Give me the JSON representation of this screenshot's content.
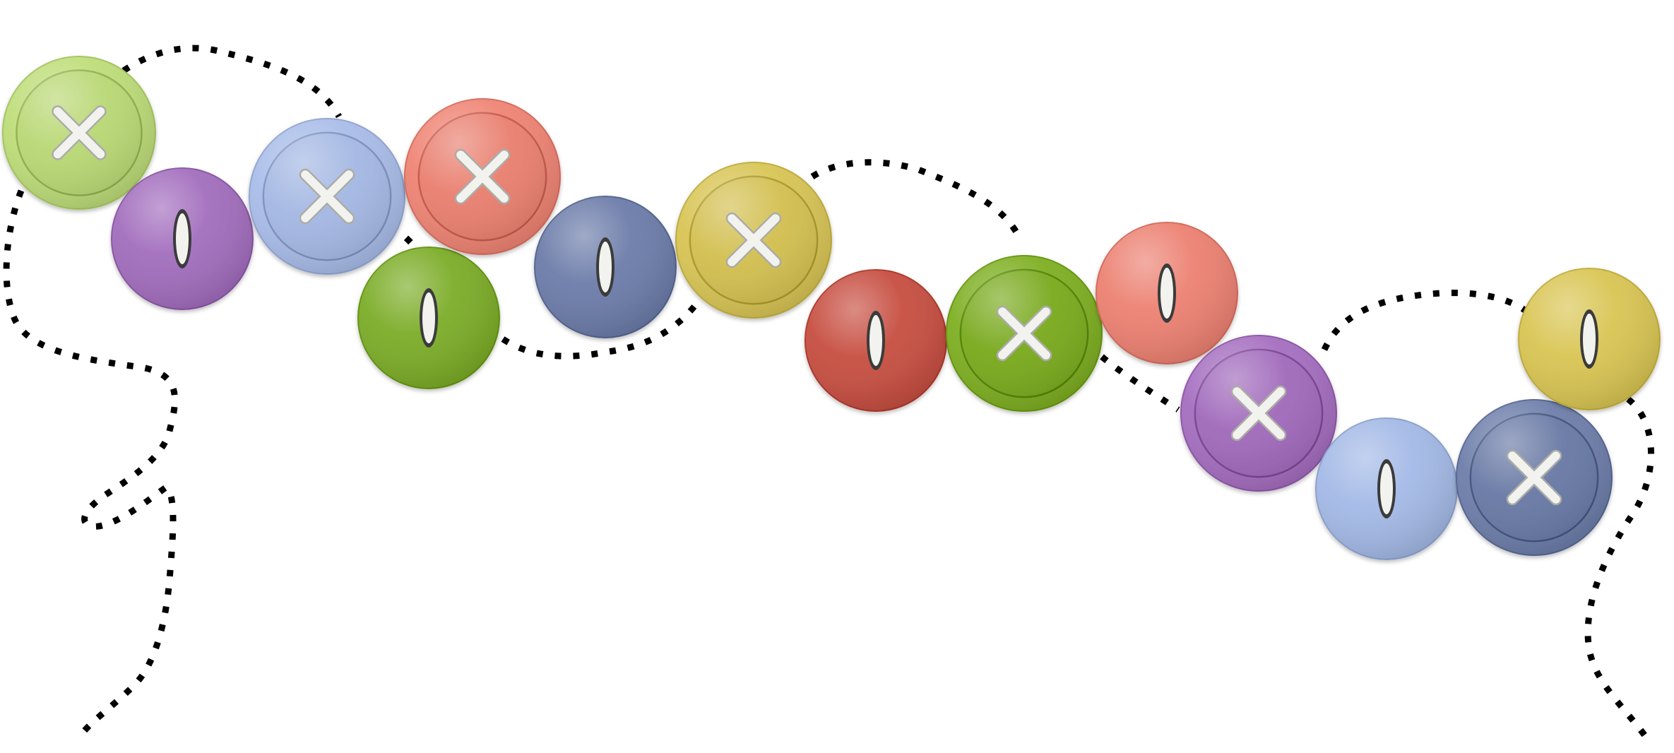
{
  "scene": {
    "background": "#ffffff",
    "thread_color": "#000000",
    "thread_style": "dotted",
    "stitch_color": "#f2f2ee"
  },
  "buttons": [
    {
      "color": "green-light",
      "fill": "#bedd79",
      "style": "rimmed",
      "holes": "four",
      "stitch": "cross"
    },
    {
      "color": "purple",
      "fill": "#a26dbd",
      "style": "plain",
      "holes": "two",
      "stitch": "bar"
    },
    {
      "color": "blue-light",
      "fill": "#a9bde9",
      "style": "rimmed",
      "holes": "four",
      "stitch": "cross"
    },
    {
      "color": "green",
      "fill": "#7bac27",
      "style": "plain",
      "holes": "two",
      "stitch": "bar"
    },
    {
      "color": "salmon",
      "fill": "#ef8474",
      "style": "rimmed",
      "holes": "four",
      "stitch": "cross"
    },
    {
      "color": "slate-blue",
      "fill": "#6c7ca9",
      "style": "plain",
      "holes": "two",
      "stitch": "bar"
    },
    {
      "color": "mustard",
      "fill": "#d8c555",
      "style": "rimmed",
      "holes": "four",
      "stitch": "cross"
    },
    {
      "color": "red",
      "fill": "#c74e41",
      "style": "plain",
      "holes": "two",
      "stitch": "bar"
    },
    {
      "color": "green",
      "fill": "#7eaf22",
      "style": "rimmed",
      "holes": "four",
      "stitch": "cross"
    },
    {
      "color": "salmon",
      "fill": "#ec8172",
      "style": "plain",
      "holes": "two",
      "stitch": "bar"
    },
    {
      "color": "purple",
      "fill": "#a56ec0",
      "style": "rimmed",
      "holes": "four",
      "stitch": "cross"
    },
    {
      "color": "blue-light",
      "fill": "#a3b9e6",
      "style": "plain",
      "holes": "two",
      "stitch": "bar"
    },
    {
      "color": "slate-blue",
      "fill": "#6d7eaa",
      "style": "rimmed",
      "holes": "four",
      "stitch": "cross"
    },
    {
      "color": "mustard",
      "fill": "#d9c553",
      "style": "plain",
      "holes": "two",
      "stitch": "bar"
    }
  ]
}
